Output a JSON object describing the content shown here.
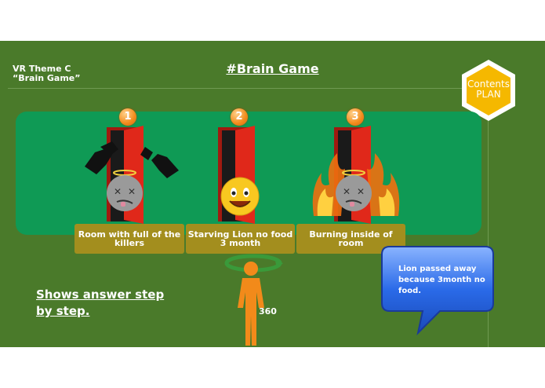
{
  "header": {
    "theme_line1": "VR Theme C",
    "theme_line2": "“Brain Game”",
    "title": "#Brain Game"
  },
  "badge": {
    "line1": "Contents",
    "line2": "PLAN",
    "color": "#f5b800"
  },
  "options": [
    {
      "number": "1",
      "label": "Room with full of the killers",
      "face_icon": "dead-face-icon",
      "extra_icon": "gun-hands-icon"
    },
    {
      "number": "2",
      "label": "Starving Lion no food 3 month",
      "face_icon": "smiley-face-icon",
      "extra_icon": ""
    },
    {
      "number": "3",
      "label": "Burning inside of room",
      "face_icon": "dead-face-icon",
      "extra_icon": "fire-icon"
    }
  ],
  "instruction": "Shows answer step by step.",
  "rotation_label": "360",
  "speech_bubble": {
    "text": "Lion passed away because 3month no food."
  },
  "colors": {
    "background": "#4a7a2a",
    "panel": "#0f9a55",
    "label_bg": "#a38e1e",
    "door": "#d42a1a",
    "bubble": "#2a6ae8",
    "person": "#f28a1a"
  }
}
